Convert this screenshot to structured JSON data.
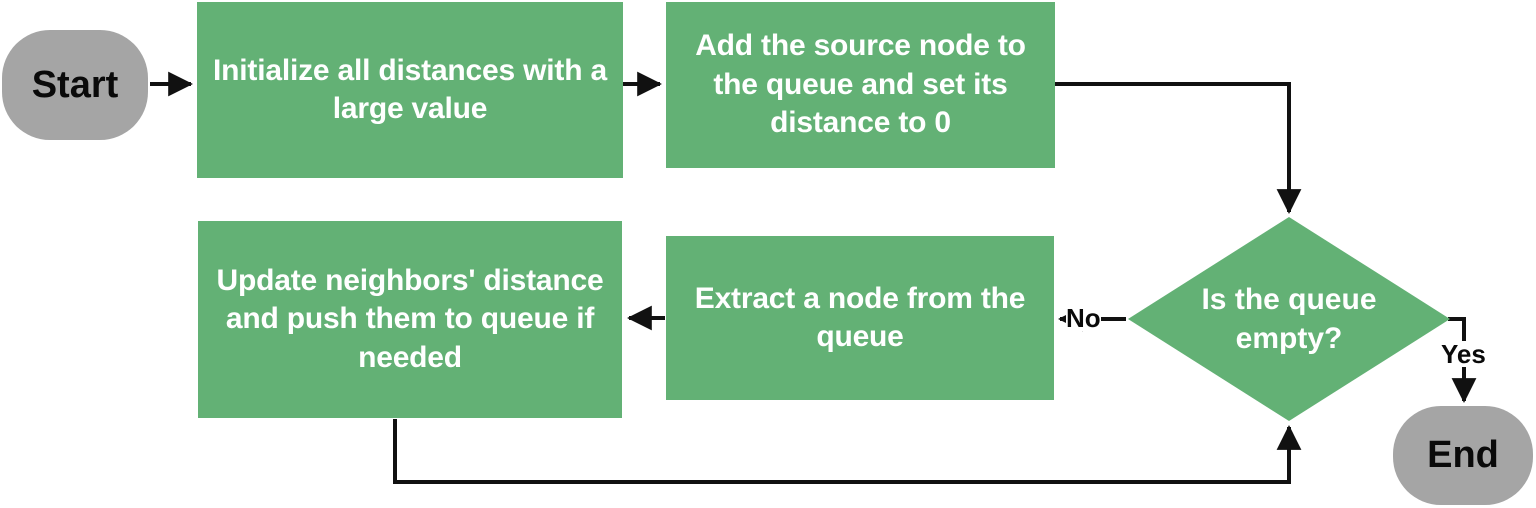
{
  "diagram": {
    "title": "Dijkstra shortest path algorithm flowchart",
    "colors": {
      "process_fill": "#63b175",
      "terminal_fill": "#a5a5a5",
      "process_text": "#ffffff",
      "terminal_text": "#0a0a0a",
      "edge_stroke": "#111111",
      "background": "#ffffff"
    },
    "nodes": [
      {
        "id": "start",
        "shape": "terminal",
        "label": "Start"
      },
      {
        "id": "init",
        "shape": "process",
        "label": "Initialize all distances with a large value"
      },
      {
        "id": "addsrc",
        "shape": "process",
        "label": "Add the source node to the queue and set its distance to 0"
      },
      {
        "id": "isempty",
        "shape": "decision",
        "label": "Is the queue empty?"
      },
      {
        "id": "extract",
        "shape": "process",
        "label": "Extract a node from the queue"
      },
      {
        "id": "update",
        "shape": "process",
        "label": "Update neighbors' distance and push them to queue if needed"
      },
      {
        "id": "end",
        "shape": "terminal",
        "label": "End"
      }
    ],
    "edges": [
      {
        "id": "start-init",
        "from": "start",
        "to": "init",
        "label": ""
      },
      {
        "id": "init-addsrc",
        "from": "init",
        "to": "addsrc",
        "label": ""
      },
      {
        "id": "addsrc-isempty",
        "from": "addsrc",
        "to": "isempty",
        "label": ""
      },
      {
        "id": "isempty-extract",
        "from": "isempty",
        "to": "extract",
        "label": "No"
      },
      {
        "id": "extract-update",
        "from": "extract",
        "to": "update",
        "label": ""
      },
      {
        "id": "update-isempty",
        "from": "update",
        "to": "isempty",
        "label": ""
      },
      {
        "id": "isempty-end",
        "from": "isempty",
        "to": "end",
        "label": "Yes"
      }
    ]
  }
}
